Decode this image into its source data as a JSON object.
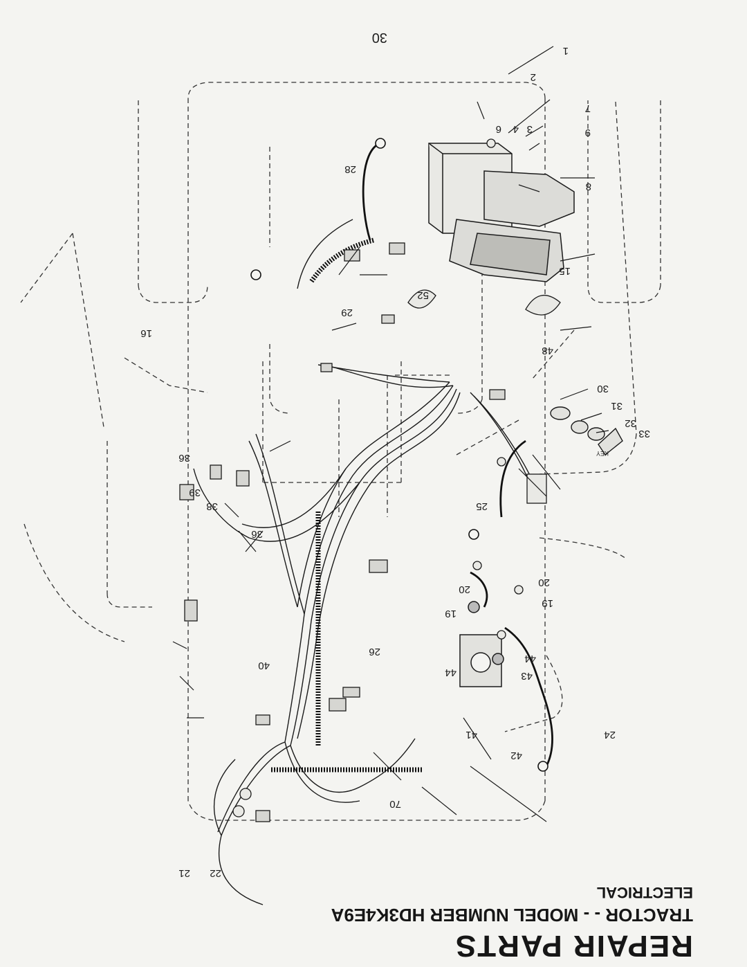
{
  "header": {
    "title": "REPAIR PARTS",
    "model_line": "TRACTOR - - MODEL NUMBER HD3K4E9A",
    "section": "ELECTRICAL"
  },
  "page_number": "30",
  "callouts": [
    "1",
    "2",
    "3",
    "4",
    "6",
    "7",
    "8",
    "9",
    "15",
    "16",
    "19",
    "19",
    "20",
    "20",
    "21",
    "22",
    "24",
    "25",
    "26",
    "28",
    "29",
    "30",
    "31",
    "32",
    "33",
    "36",
    "36",
    "38",
    "39",
    "40",
    "41",
    "42",
    "43",
    "44",
    "44",
    "48",
    "52",
    "70"
  ],
  "key_label": "KEY"
}
